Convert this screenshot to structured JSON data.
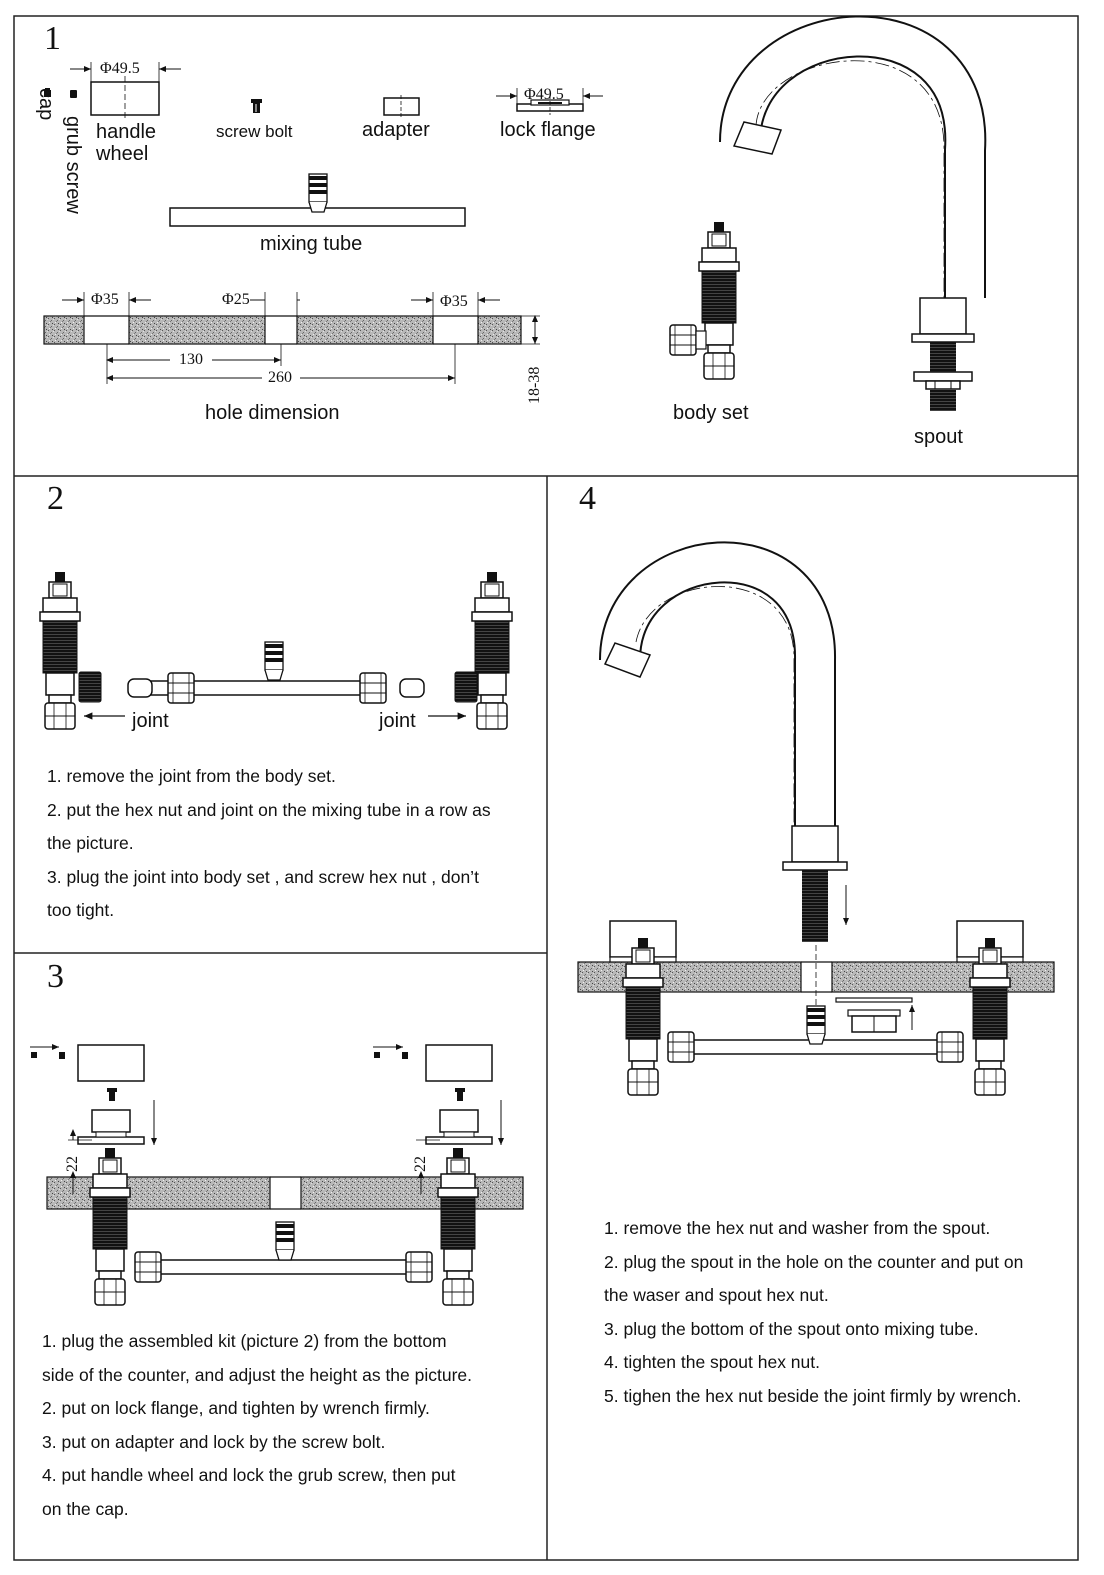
{
  "panel1": {
    "number": "1",
    "parts": {
      "cap": "cap",
      "grub_screw": "grub screw",
      "handle_wheel_line1": "handle",
      "handle_wheel_line2": "wheel",
      "screw_bolt": "screw bolt",
      "adapter": "adapter",
      "lock_flange": "lock flange",
      "mixing_tube": "mixing tube",
      "body_set": "body set",
      "spout": "spout",
      "hole_dimension": "hole dimension"
    },
    "dims": {
      "handle_dia": "Φ49.5",
      "flange_dia": "Φ49.5",
      "hole_left": "Φ35",
      "hole_center": "Φ25",
      "hole_right": "Φ35",
      "spacing_half": "130",
      "spacing_full": "260",
      "counter_thickness": "18-38"
    }
  },
  "panel2": {
    "number": "2",
    "joint_left": "joint",
    "joint_right": "joint",
    "steps": [
      "1. remove the joint from the body set.",
      "2. put the hex nut and joint on the mixing tube in a row as",
      "the picture.",
      "3. plug the joint into body set , and screw hex nut , don’t",
      "too tight."
    ]
  },
  "panel3": {
    "number": "3",
    "dim_left": "22",
    "dim_right": "22",
    "steps": [
      "1. plug the assembled kit (picture 2)  from the bottom",
      "side of the counter, and adjust the height as the picture.",
      "2. put on lock flange, and tighten by wrench firmly.",
      "3. put on adapter and lock by the screw bolt.",
      "4. put handle wheel and lock the grub screw, then put",
      "on the cap."
    ]
  },
  "panel4": {
    "number": "4",
    "steps": [
      "1. remove the hex nut and washer from the spout.",
      "2. plug the spout in the hole on the counter and put on",
      "the waser and spout hex nut.",
      "3. plug the bottom of the spout onto mixing tube.",
      "4. tighten the spout hex nut.",
      "5. tighen the hex nut beside the joint firmly by wrench."
    ]
  }
}
